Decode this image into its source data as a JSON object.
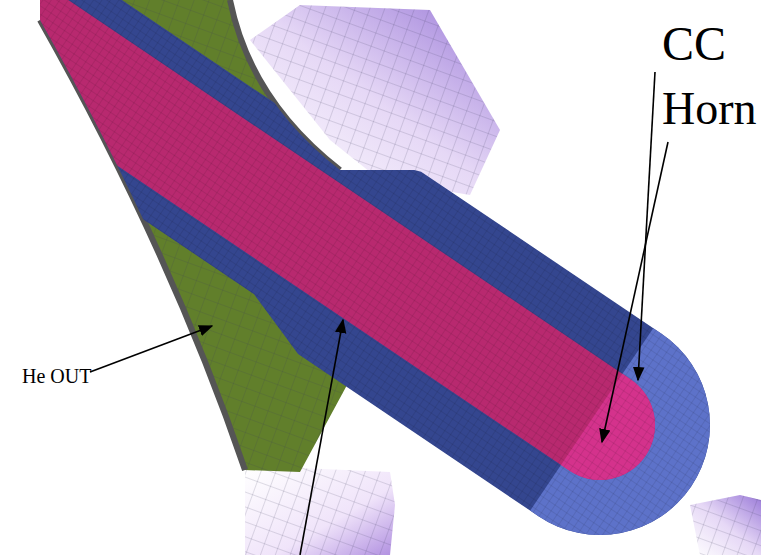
{
  "diagram": {
    "labels": [
      "CC",
      "Horn",
      "He OUT"
    ]
  }
}
